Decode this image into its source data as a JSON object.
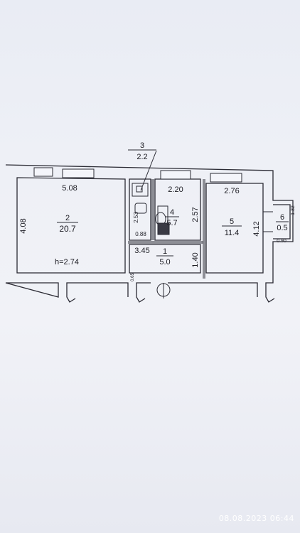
{
  "rooms": {
    "room1": {
      "number": "1",
      "area": "5.0"
    },
    "room2": {
      "number": "2",
      "area": "20.7"
    },
    "room3": {
      "number": "3",
      "area": "2.2"
    },
    "room4": {
      "number": "4",
      "area": "5.7"
    },
    "room5": {
      "number": "5",
      "area": "11.4"
    },
    "room6": {
      "number": "6",
      "area": "0.5"
    }
  },
  "dimensions": {
    "r2_width": "5.08",
    "r2_depth": "4.08",
    "ceiling_height": "h=2.74",
    "r3_depth": "2.53",
    "r3_width": "0.88",
    "r4_width": "2.20",
    "r4_depth": "2.57",
    "r5_width": "2.76",
    "r5_depth": "4.12",
    "r1_width": "3.45",
    "r1_depth": "1.40",
    "r6_width": "0.90",
    "r6_depth": "1.32",
    "small_dim": "0.65"
  },
  "timestamp": "08.08.2023 06:44"
}
